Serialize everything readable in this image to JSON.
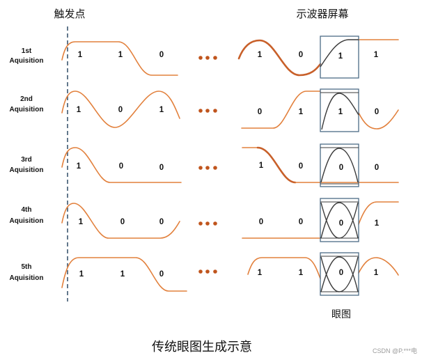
{
  "header": {
    "trigger_label": "触发点",
    "screen_label": "示波器屏幕"
  },
  "rows": [
    {
      "ordinal": "1st",
      "label": "Aquisition",
      "left_bits": [
        "1",
        "1",
        "0"
      ],
      "right_bits": [
        "1",
        "0",
        "1",
        "1"
      ]
    },
    {
      "ordinal": "2nd",
      "label": "Aquisition",
      "left_bits": [
        "1",
        "0",
        "1"
      ],
      "right_bits": [
        "0",
        "1",
        "1",
        "0"
      ]
    },
    {
      "ordinal": "3rd",
      "label": "Aquisition",
      "left_bits": [
        "1",
        "0",
        "0"
      ],
      "right_bits": [
        "1",
        "0",
        "0",
        "0"
      ]
    },
    {
      "ordinal": "4th",
      "label": "Aquisition",
      "left_bits": [
        "1",
        "0",
        "0"
      ],
      "right_bits": [
        "0",
        "0",
        "0",
        "1"
      ]
    },
    {
      "ordinal": "5th",
      "label": "Aquisition",
      "left_bits": [
        "1",
        "1",
        "0"
      ],
      "right_bits": [
        "1",
        "1",
        "0",
        "1"
      ]
    }
  ],
  "eye_label": "眼图",
  "caption": "传统眼图生成示意",
  "watermark": "CSDN @P.***电",
  "icons": {
    "ellipsis": "three-dot-ellipsis-icon"
  },
  "colors": {
    "wave": "#e2803c",
    "wave_strong": "#c8602a",
    "dots": "#c0551d",
    "eye": "#3a3a3a",
    "box": "#4c6b86",
    "trigger": "#3c5670",
    "watermark": "#9a9a9a"
  }
}
